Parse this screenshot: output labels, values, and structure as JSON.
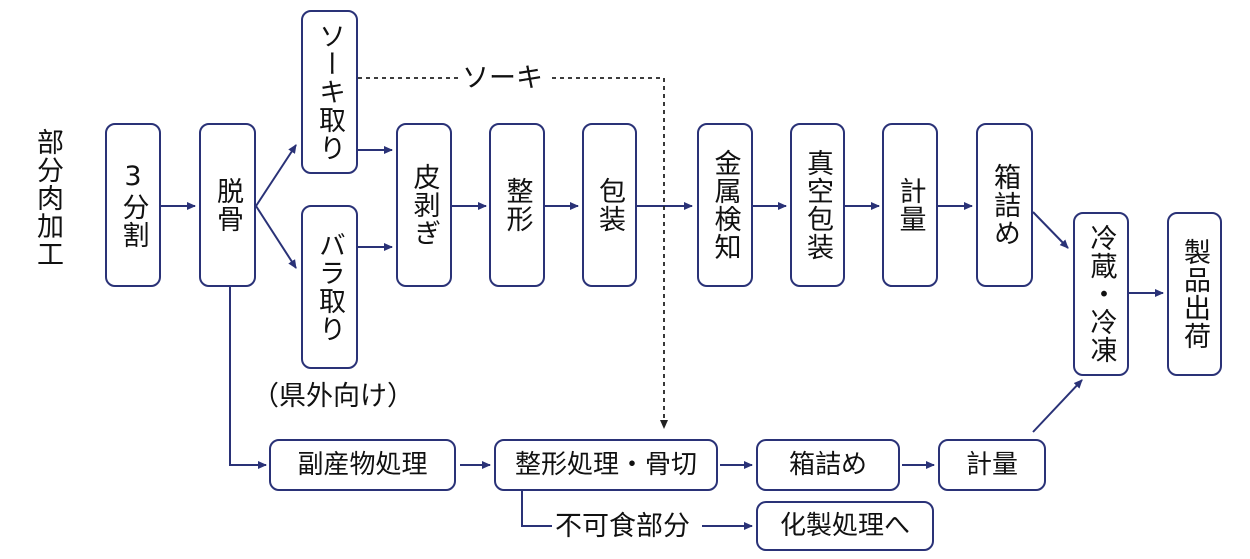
{
  "side_label": "部分肉加工",
  "nodes": {
    "sanbunkatsu": "3分割",
    "datsukotsu": "脱骨",
    "soki_tori": "ソーキ取り",
    "bara_tori": "バラ取り",
    "kawa_hagi": "皮剥ぎ",
    "seikei": "整形",
    "housou": "包装",
    "kinzoku_kenchi": "金属検知",
    "shinkuu_housou": "真空包装",
    "keiryou_top": "計量",
    "hakozume_top": "箱詰め",
    "reizou_reitou": "冷蔵・冷凍",
    "seihin_shukka": "製品出荷",
    "fukusanbutsu": "副産物処理",
    "seikei_kotsukiri": "整形処理・骨切",
    "hakozume_bottom": "箱詰め",
    "keiryou_bottom": "計量",
    "kasei": "化製処理へ"
  },
  "labels": {
    "prefecture_note": "（県外向け）",
    "soki_line": "ソーキ",
    "inedible": "不可食部分"
  },
  "colors": {
    "line": "#2a3277",
    "text": "#111111"
  }
}
